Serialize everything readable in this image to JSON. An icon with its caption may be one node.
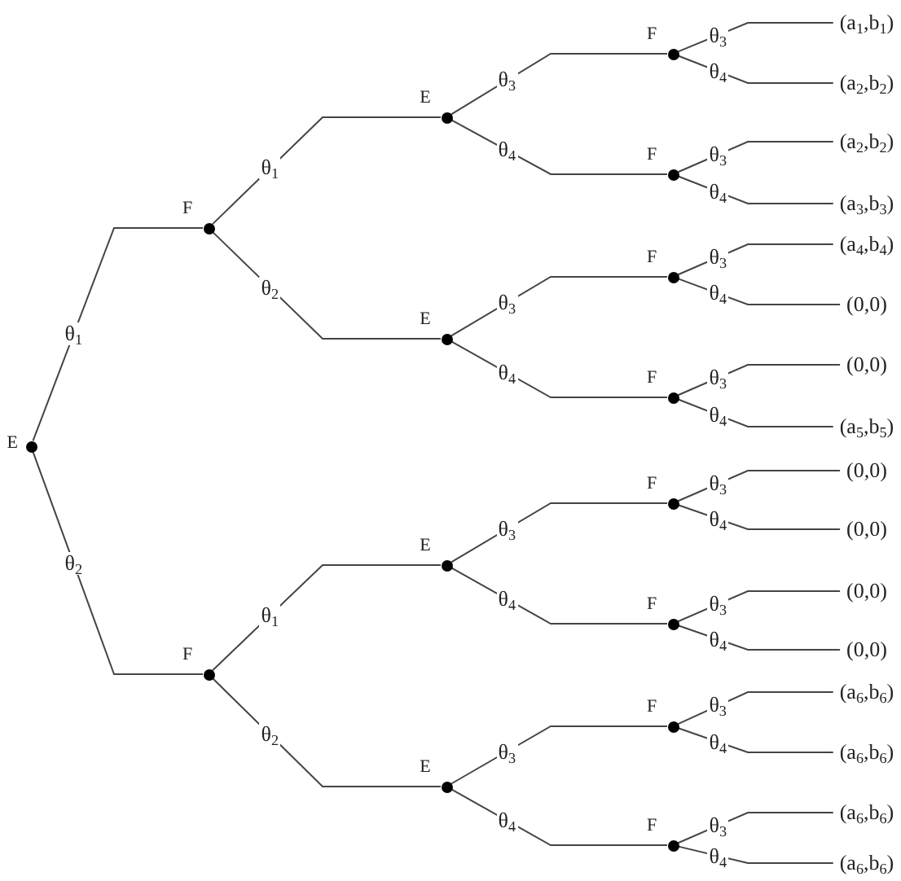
{
  "diagram": {
    "nodes": [
      {
        "text": [],
        "shape": "circle",
        "beside": [
          "E"
        ]
      },
      {
        "text": [],
        "shape": "circle",
        "beside": [
          "F"
        ]
      },
      {
        "text": [],
        "shape": "circle",
        "beside": [
          "E"
        ]
      },
      {
        "text": [],
        "shape": "circle",
        "beside": [
          "F"
        ]
      },
      {
        "text": [
          "(a$_{1}$,b$_{1}$)"
        ]
      },
      {
        "text": [
          "(a$_{2}$,b$_{2}$)"
        ]
      },
      {
        "text": [],
        "shape": "circle",
        "beside": [
          "F"
        ]
      },
      {
        "text": [
          "(a$_{2}$,b$_{2}$)"
        ]
      },
      {
        "text": [
          "(a$_{3}$,b$_{3}$)"
        ]
      },
      {
        "text": [],
        "shape": "circle",
        "beside": [
          "E"
        ]
      },
      {
        "text": [],
        "shape": "circle",
        "beside": [
          "F"
        ]
      },
      {
        "text": [
          "(a$_{4}$,b$_{4}$)"
        ]
      },
      {
        "text": [
          "(0,0)"
        ]
      },
      {
        "text": [],
        "shape": "circle",
        "beside": [
          "F"
        ]
      },
      {
        "text": [
          "(0,0)"
        ]
      },
      {
        "text": [
          "(a$_{5}$,b$_{5}$)"
        ]
      },
      {
        "text": [],
        "shape": "circle",
        "beside": [
          "F"
        ]
      },
      {
        "text": [],
        "shape": "circle",
        "beside": [
          "E"
        ]
      },
      {
        "text": [],
        "shape": "circle",
        "beside": [
          "F"
        ]
      },
      {
        "text": [
          "(0,0)"
        ]
      },
      {
        "text": [
          "(0,0)"
        ]
      },
      {
        "text": [],
        "shape": "circle",
        "beside": [
          "F"
        ]
      },
      {
        "text": [
          "(0,0)"
        ]
      },
      {
        "text": [
          "(0,0)"
        ]
      },
      {
        "text": [],
        "shape": "circle",
        "beside": [
          "E"
        ]
      },
      {
        "text": [],
        "shape": "circle",
        "beside": [
          "F"
        ]
      },
      {
        "text": [
          "(a$_{6}$,b$_{6}$)"
        ]
      },
      {
        "text": [
          "(a$_{6}$,b$_{6}$)"
        ]
      },
      {
        "text": [],
        "shape": "circle",
        "beside": [
          "F"
        ]
      },
      {
        "text": [
          "(a$_{6}$,b$_{6}$)"
        ]
      },
      {
        "text": [
          "(a$_{6}$,b$_{6}$)"
        ]
      }
    ],
    "edges": [
      {
        "from": 0,
        "to": 1,
        "arrow": "none",
        "label": "θ$_{1}$"
      },
      {
        "from": 0,
        "to": 16,
        "arrow": "none",
        "label": "θ$_{2}$"
      },
      {
        "from": 1,
        "to": 2,
        "arrow": "none",
        "label": "θ$_{1}$"
      },
      {
        "from": 1,
        "to": 9,
        "arrow": "none",
        "label": "θ$_{2}$"
      },
      {
        "from": 2,
        "to": 3,
        "arrow": "none",
        "label": "θ$_{3}$"
      },
      {
        "from": 2,
        "to": 6,
        "arrow": "none",
        "label": "θ$_{4}$"
      },
      {
        "from": 3,
        "to": 4,
        "arrow": "none",
        "label": "θ$_{3}$"
      },
      {
        "from": 3,
        "to": 5,
        "arrow": "none",
        "label": "θ$_{4}$"
      },
      {
        "from": 6,
        "to": 7,
        "arrow": "none",
        "label": "θ$_{3}$"
      },
      {
        "from": 6,
        "to": 8,
        "arrow": "none",
        "label": "θ$_{4}$"
      },
      {
        "from": 9,
        "to": 10,
        "arrow": "none",
        "label": "θ$_{3}$"
      },
      {
        "from": 9,
        "to": 13,
        "arrow": "none",
        "label": "θ$_{4}$"
      },
      {
        "from": 10,
        "to": 11,
        "arrow": "none",
        "label": "θ$_{3}$"
      },
      {
        "from": 10,
        "to": 12,
        "arrow": "none",
        "label": "θ$_{4}$"
      },
      {
        "from": 13,
        "to": 14,
        "arrow": "none",
        "label": "θ$_{3}$"
      },
      {
        "from": 13,
        "to": 15,
        "arrow": "none",
        "label": "θ$_{4}$"
      },
      {
        "from": 16,
        "to": 17,
        "arrow": "none",
        "label": "θ$_{1}$"
      },
      {
        "from": 16,
        "to": 24,
        "arrow": "none",
        "label": "θ$_{2}$"
      },
      {
        "from": 17,
        "to": 18,
        "arrow": "none",
        "label": "θ$_{3}$"
      },
      {
        "from": 17,
        "to": 21,
        "arrow": "none",
        "label": "θ$_{4}$"
      },
      {
        "from": 18,
        "to": 19,
        "arrow": "none",
        "label": "θ$_{3}$"
      },
      {
        "from": 18,
        "to": 20,
        "arrow": "none",
        "label": "θ$_{4}$"
      },
      {
        "from": 21,
        "to": 22,
        "arrow": "none",
        "label": "θ$_{3}$"
      },
      {
        "from": 21,
        "to": 23,
        "arrow": "none",
        "label": "θ$_{4}$"
      },
      {
        "from": 24,
        "to": 25,
        "arrow": "none",
        "label": "θ$_{3}$"
      },
      {
        "from": 24,
        "to": 28,
        "arrow": "none",
        "label": "θ$_{4}$"
      },
      {
        "from": 25,
        "to": 26,
        "arrow": "none",
        "label": "θ$_{3}$"
      },
      {
        "from": 25,
        "to": 27,
        "arrow": "none",
        "label": "θ$_{4}$"
      },
      {
        "from": 28,
        "to": 29,
        "arrow": "none",
        "label": "θ$_{3}$"
      },
      {
        "from": 28,
        "to": 30,
        "arrow": "none",
        "label": "θ$_{4}$"
      }
    ]
  }
}
